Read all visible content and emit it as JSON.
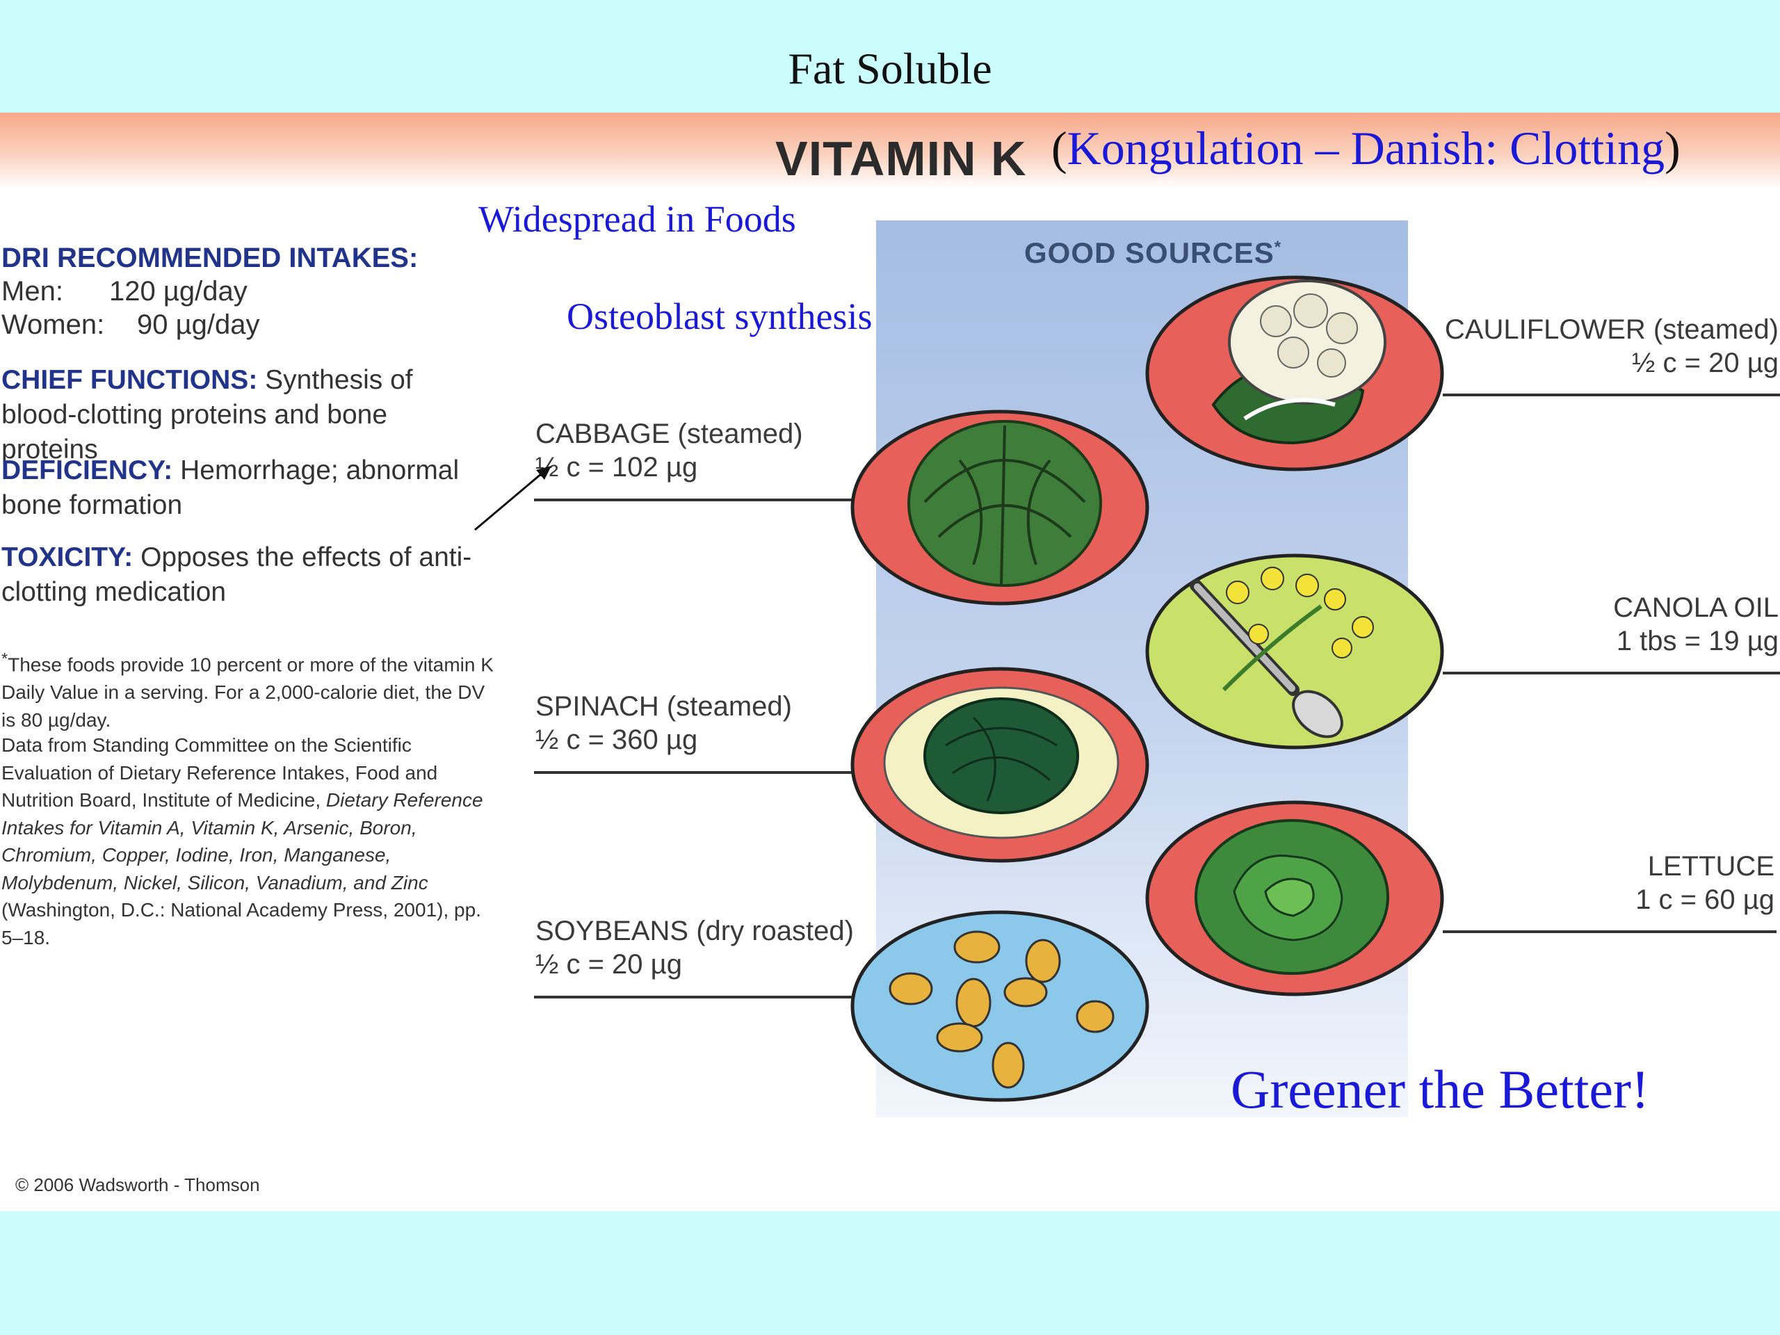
{
  "slide": {
    "title": "Fat Soluble"
  },
  "header": {
    "vitamin_title": "VITAMIN K",
    "kongulation_open": "(",
    "kongulation_text": "Kongulation – Danish: Clotting",
    "kongulation_close": ")"
  },
  "overlays": {
    "widespread": "Widespread in Foods",
    "osteoblast": "Osteoblast synthesis",
    "greener": "Greener the Better!"
  },
  "left": {
    "dri_heading": "DRI RECOMMENDED INTAKES:",
    "men_label": "Men:",
    "men_value": "120 µg/day",
    "women_label": "Women:",
    "women_value": "90 µg/day",
    "chief_heading": "CHIEF FUNCTIONS:",
    "chief_text": " Synthesis of blood-clotting proteins and bone proteins",
    "deficiency_heading": "DEFICIENCY:",
    "deficiency_text": " Hemorrhage; abnormal bone formation",
    "toxicity_heading": "TOXICITY:",
    "toxicity_text": " Opposes the effects of anti-clotting medication",
    "footnote_mark": "*",
    "footnote": "These foods provide 10 percent or more of the vitamin K Daily Value in a serving. For a 2,000-calorie diet, the DV is 80 µg/day.",
    "data_ref_a": "Data from Standing Committee on the Scientific Evaluation of Dietary Reference Intakes, Food and Nutrition Board, Institute of Medicine, ",
    "data_ref_italic": "Dietary Reference Intakes for Vitamin A, Vitamin K, Arsenic, Boron, Chromium, Copper, Iodine, Iron, Manganese, Molybdenum, Nickel, Silicon, Vanadium, and Zinc",
    "data_ref_b": " (Washington, D.C.: National Academy Press, 2001), pp. 5–18.",
    "copyright": "© 2006 Wadsworth - Thomson"
  },
  "sources": {
    "label": "GOOD SOURCES",
    "label_mark": "*",
    "foods": [
      {
        "name": "CABBAGE (steamed)",
        "amount": "½ c = 102 µg"
      },
      {
        "name": "SPINACH (steamed)",
        "amount": "½ c = 360 µg"
      },
      {
        "name": "SOYBEANS (dry roasted)",
        "amount": "½ c = 20 µg"
      },
      {
        "name": "CAULIFLOWER (steamed)",
        "amount": "½ c = 20 µg"
      },
      {
        "name": "CANOLA OIL",
        "amount": "1 tbs = 19 µg"
      },
      {
        "name": "LETTUCE",
        "amount": "1 c = 60 µg"
      }
    ]
  },
  "colors": {
    "background": "#cbfdfd",
    "accent_blue": "#1a1ad6",
    "heading_navy": "#22348a",
    "plate_red": "#e8605a",
    "plate_green": "#c9e06a",
    "plate_blue": "#8cc8ea"
  }
}
